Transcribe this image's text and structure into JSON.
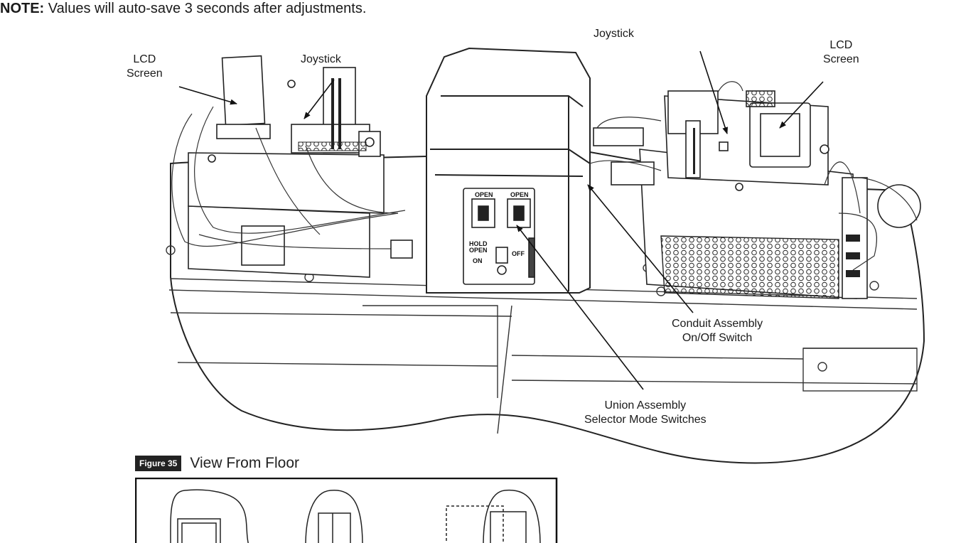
{
  "note": {
    "prefix": "NOTE:",
    "text": "Values will auto-save 3 seconds after adjustments."
  },
  "callouts": {
    "lcd_left": [
      "LCD",
      "Screen"
    ],
    "joystick_left": "Joystick",
    "joystick_right": "Joystick",
    "lcd_right": [
      "LCD",
      "Screen"
    ],
    "conduit": [
      "Conduit Assembly",
      "On/Off Switch"
    ],
    "union": [
      "Union Assembly",
      "Selector Mode Switches"
    ]
  },
  "switch_panel": {
    "open_left": "OPEN",
    "open_right": "OPEN",
    "hold_open": [
      "HOLD",
      "OPEN"
    ],
    "off": "OFF",
    "on": "ON"
  },
  "figure": {
    "tag": "Figure 35",
    "caption": "View From Floor"
  }
}
